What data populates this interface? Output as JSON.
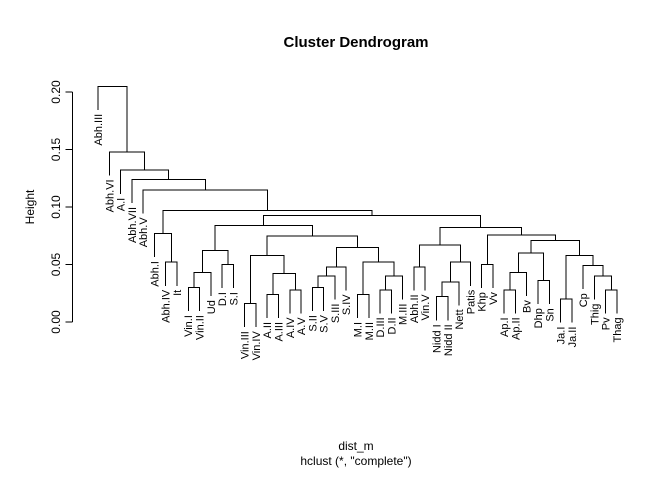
{
  "chart_data": {
    "type": "dendrogram",
    "title": "Cluster Dendrogram",
    "ylabel": "Height",
    "xlabel_line1": "dist_m",
    "xlabel_line2": "hclust (*, \"complete\")",
    "y_ticks": [
      "0.00",
      "0.05",
      "0.10",
      "0.15",
      "0.20"
    ],
    "y_tick_values": [
      0.0,
      0.05,
      0.1,
      0.15,
      0.2
    ],
    "ylim": [
      0,
      0.21
    ],
    "hang": 0.0205,
    "line_color": "#000000",
    "background_color": "#ffffff",
    "legend": "none",
    "grid": "off",
    "leaf_order": [
      "Abh.III",
      "Abh.VI",
      "A.I",
      "Abh.VII",
      "Abh.V",
      "Abh.I",
      "Abh.IV",
      "It",
      "Vin.I",
      "Vin.II",
      "Ud",
      "D.I",
      "S.I",
      "Vin.III",
      "Vin.IV",
      "A.II",
      "A.III",
      "A.IV",
      "A.V",
      "S.II",
      "S.V",
      "S.III",
      "S.IV",
      "M.I",
      "M.II",
      "D.III",
      "D.II",
      "M.III",
      "Abh.II",
      "Vin.V",
      "Nidd I",
      "Nidd II",
      "Nett",
      "Patis",
      "Khp",
      "Vv",
      "Ap.I",
      "Ap.II",
      "Bv",
      "Dhp",
      "Sn",
      "Ja.I",
      "Ja.II",
      "Cp",
      "Thig",
      "Pv",
      "Thag"
    ],
    "tree": {
      "h": 0.205,
      "c": [
        "Abh.III",
        {
          "h": 0.148,
          "c": [
            "Abh.VI",
            {
              "h": 0.132,
              "c": [
                "A.I",
                {
                  "h": 0.124,
                  "c": [
                    "Abh.VII",
                    {
                      "h": 0.115,
                      "c": [
                        "Abh.V",
                        {
                          "h": 0.097,
                          "c": [
                            {
                              "h": 0.077,
                              "c": [
                                "Abh.I",
                                {
                                  "h": 0.052,
                                  "c": [
                                    "Abh.IV",
                                    "It"
                                  ]
                                }
                              ]
                            },
                            {
                              "h": 0.0925,
                              "c": [
                                {
                                  "h": 0.084,
                                  "c": [
                                    {
                                      "h": 0.062,
                                      "c": [
                                        {
                                          "h": 0.043,
                                          "c": [
                                            {
                                              "h": 0.03,
                                              "c": [
                                                "Vin.I",
                                                "Vin.II"
                                              ]
                                            },
                                            "Ud"
                                          ]
                                        },
                                        {
                                          "h": 0.05,
                                          "c": [
                                            "D.I",
                                            "S.I"
                                          ]
                                        }
                                      ]
                                    },
                                    {
                                      "h": 0.075,
                                      "c": [
                                        {
                                          "h": 0.058,
                                          "c": [
                                            {
                                              "h": 0.016,
                                              "c": [
                                                "Vin.III",
                                                "Vin.IV"
                                              ]
                                            },
                                            {
                                              "h": 0.042,
                                              "c": [
                                                {
                                                  "h": 0.024,
                                                  "c": [
                                                    "A.II",
                                                    "A.III"
                                                  ]
                                                },
                                                {
                                                  "h": 0.028,
                                                  "c": [
                                                    "A.IV",
                                                    "A.V"
                                                  ]
                                                }
                                              ]
                                            }
                                          ]
                                        },
                                        {
                                          "h": 0.065,
                                          "c": [
                                            {
                                              "h": 0.048,
                                              "c": [
                                                {
                                                  "h": 0.04,
                                                  "c": [
                                                    {
                                                      "h": 0.03,
                                                      "c": [
                                                        "S.II",
                                                        "S.V"
                                                      ]
                                                    },
                                                    "S.III"
                                                  ]
                                                },
                                                "S.IV"
                                              ]
                                            },
                                            {
                                              "h": 0.052,
                                              "c": [
                                                {
                                                  "h": 0.024,
                                                  "c": [
                                                    "M.I",
                                                    "M.II"
                                                  ]
                                                },
                                                {
                                                  "h": 0.04,
                                                  "c": [
                                                    {
                                                      "h": 0.028,
                                                      "c": [
                                                        "D.III",
                                                        "D.II"
                                                      ]
                                                    },
                                                    "M.III"
                                                  ]
                                                }
                                              ]
                                            }
                                          ]
                                        }
                                      ]
                                    }
                                  ]
                                },
                                {
                                  "h": 0.082,
                                  "c": [
                                    {
                                      "h": 0.067,
                                      "c": [
                                        {
                                          "h": 0.048,
                                          "c": [
                                            "Abh.II",
                                            "Vin.V"
                                          ]
                                        },
                                        {
                                          "h": 0.052,
                                          "c": [
                                            {
                                              "h": 0.035,
                                              "c": [
                                                {
                                                  "h": 0.022,
                                                  "c": [
                                                    "Nidd I",
                                                    "Nidd II"
                                                  ]
                                                },
                                                "Nett"
                                              ]
                                            },
                                            "Patis"
                                          ]
                                        }
                                      ]
                                    },
                                    {
                                      "h": 0.0755,
                                      "c": [
                                        {
                                          "h": 0.05,
                                          "c": [
                                            "Khp",
                                            "Vv"
                                          ]
                                        },
                                        {
                                          "h": 0.071,
                                          "c": [
                                            {
                                              "h": 0.06,
                                              "c": [
                                                {
                                                  "h": 0.043,
                                                  "c": [
                                                    {
                                                      "h": 0.028,
                                                      "c": [
                                                        "Ap.I",
                                                        "Ap.II"
                                                      ]
                                                    },
                                                    "Bv"
                                                  ]
                                                },
                                                {
                                                  "h": 0.036,
                                                  "c": [
                                                    "Dhp",
                                                    "Sn"
                                                  ]
                                                }
                                              ]
                                            },
                                            {
                                              "h": 0.058,
                                              "c": [
                                                {
                                                  "h": 0.02,
                                                  "c": [
                                                    "Ja.I",
                                                    "Ja.II"
                                                  ]
                                                },
                                                {
                                                  "h": 0.049,
                                                  "c": [
                                                    "Cp",
                                                    {
                                                      "h": 0.04,
                                                      "c": [
                                                        "Thig",
                                                        {
                                                          "h": 0.028,
                                                          "c": [
                                                            "Pv",
                                                            "Thag"
                                                          ]
                                                        }
                                                      ]
                                                    }
                                                  ]
                                                }
                                              ]
                                            }
                                          ]
                                        }
                                      ]
                                    }
                                  ]
                                }
                              ]
                            }
                          ]
                        }
                      ]
                    }
                  ]
                }
              ]
            }
          ]
        }
      ]
    }
  }
}
